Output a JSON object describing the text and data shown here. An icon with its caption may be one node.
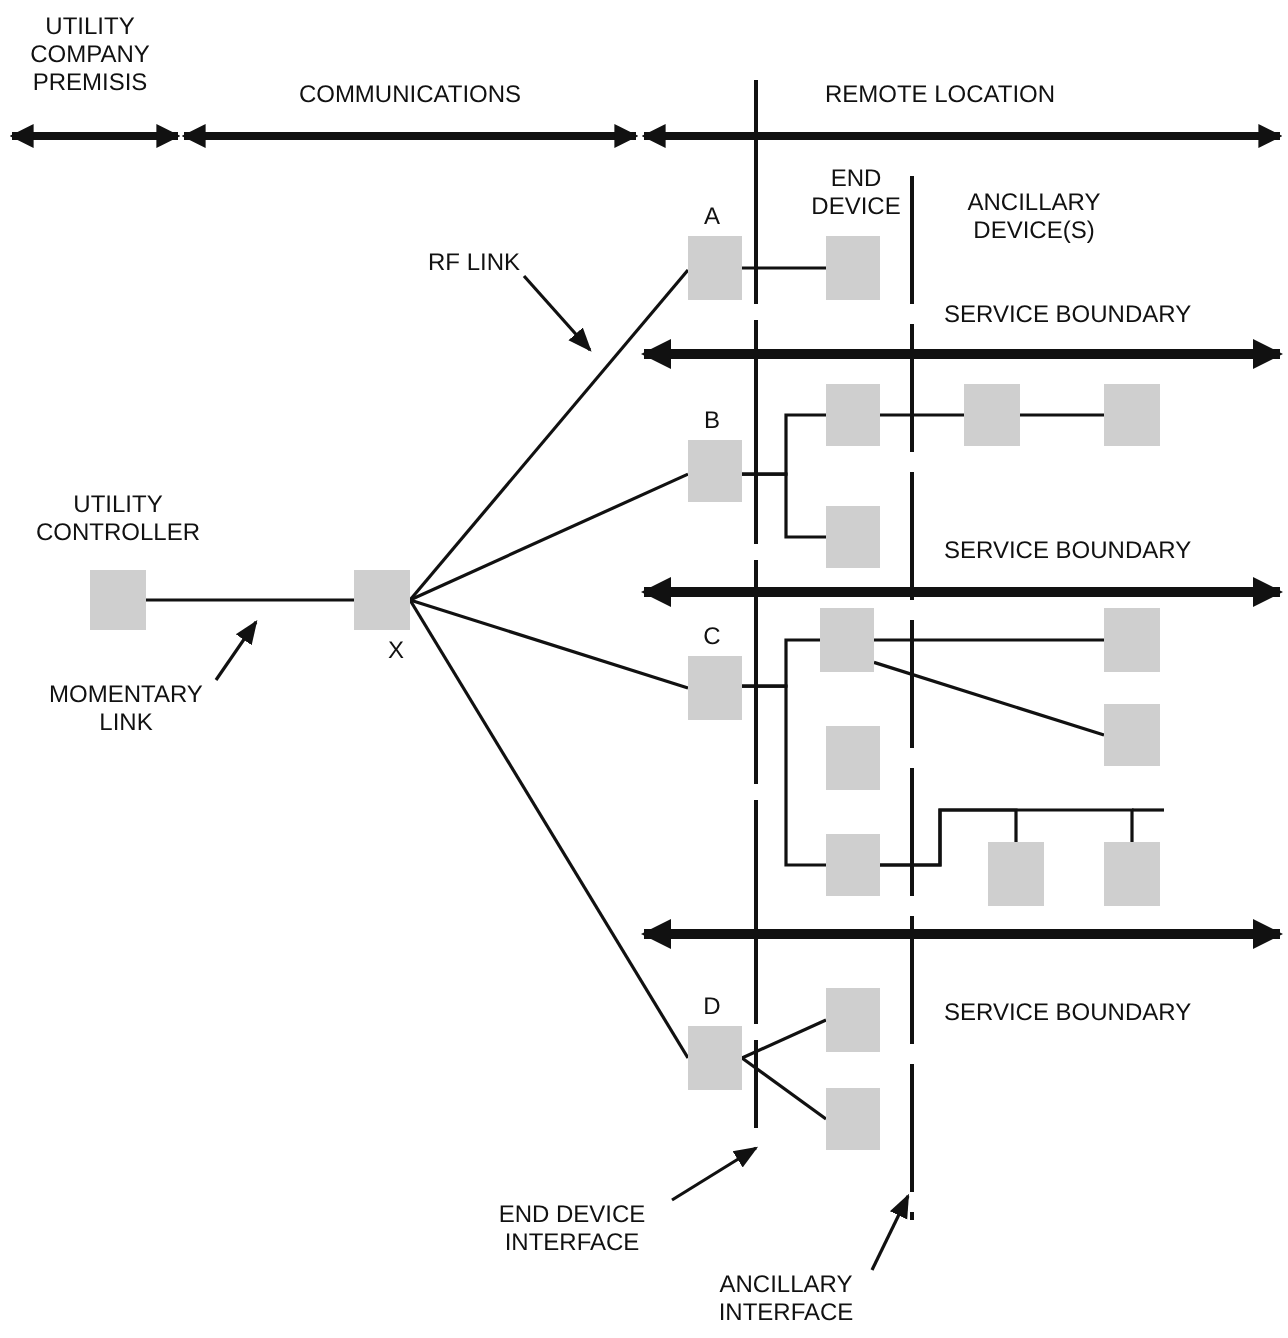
{
  "diagram": {
    "nodes": [
      {
        "text": [
          "UTILITY CONTROLLER"
        ]
      },
      {
        "text": [
          "X"
        ]
      },
      {
        "text": [
          "A"
        ]
      },
      {
        "text": [],
        "shape": "box"
      },
      {
        "text": [
          "B"
        ]
      },
      {
        "text": [],
        "shape": "box"
      },
      {
        "text": [],
        "shape": "box"
      },
      {
        "text": [],
        "shape": "box"
      },
      {
        "text": [],
        "shape": "box"
      },
      {
        "text": [
          "C"
        ]
      },
      {
        "text": [],
        "shape": "box"
      },
      {
        "text": [],
        "shape": "box"
      },
      {
        "text": [],
        "shape": "box"
      },
      {
        "text": [],
        "shape": "box"
      },
      {
        "text": [],
        "shape": "box"
      },
      {
        "text": [],
        "shape": "box"
      },
      {
        "text": [],
        "shape": "box"
      },
      {
        "text": [
          "D"
        ]
      },
      {
        "text": [],
        "shape": "box"
      },
      {
        "text": [],
        "shape": "box"
      },
      {
        "text": [
          "MOMENTARY LINK"
        ]
      },
      {
        "text": [
          "RF LINK"
        ]
      },
      {
        "text": [
          "END DEVICE INTERFACE"
        ]
      },
      {
        "text": [
          "ANCILLARY INTERFACE"
        ]
      }
    ],
    "edges": [
      {
        "from": 0,
        "to": 1,
        "arrow": "none"
      },
      {
        "from": 1,
        "to": 2,
        "arrow": "none"
      },
      {
        "from": 1,
        "to": 4,
        "arrow": "none"
      },
      {
        "from": 1,
        "to": 9,
        "arrow": "none"
      },
      {
        "from": 1,
        "to": 17,
        "arrow": "none"
      },
      {
        "from": 2,
        "to": 3,
        "arrow": "none"
      },
      {
        "from": 4,
        "to": 5,
        "arrow": "none"
      },
      {
        "from": 4,
        "to": 8,
        "arrow": "none"
      },
      {
        "from": 5,
        "to": 6,
        "arrow": "none"
      },
      {
        "from": 6,
        "to": 7,
        "arrow": "none"
      },
      {
        "from": 9,
        "to": 10,
        "arrow": "none"
      },
      {
        "from": 9,
        "to": 14,
        "arrow": "none"
      },
      {
        "from": 10,
        "to": 11,
        "arrow": "none"
      },
      {
        "from": 10,
        "to": 12,
        "arrow": "none"
      },
      {
        "from": 14,
        "to": 15,
        "arrow": "none"
      },
      {
        "from": 14,
        "to": 16,
        "arrow": "none"
      },
      {
        "from": 17,
        "to": 18,
        "arrow": "none"
      },
      {
        "from": 17,
        "to": 19,
        "arrow": "none"
      },
      {
        "from": 20,
        "to": null,
        "arrow": "to"
      },
      {
        "from": 21,
        "to": null,
        "arrow": "to"
      },
      {
        "from": 22,
        "to": null,
        "arrow": "to"
      },
      {
        "from": 23,
        "to": null,
        "arrow": "to"
      }
    ],
    "labels": [
      "UTILITY COMPANY PREMISIS",
      "COMMUNICATIONS",
      "REMOTE LOCATION",
      "END DEVICE",
      "ANCILLARY DEVICE(S)",
      "SERVICE BOUNDARY",
      "SERVICE BOUNDARY",
      "SERVICE BOUNDARY"
    ]
  }
}
